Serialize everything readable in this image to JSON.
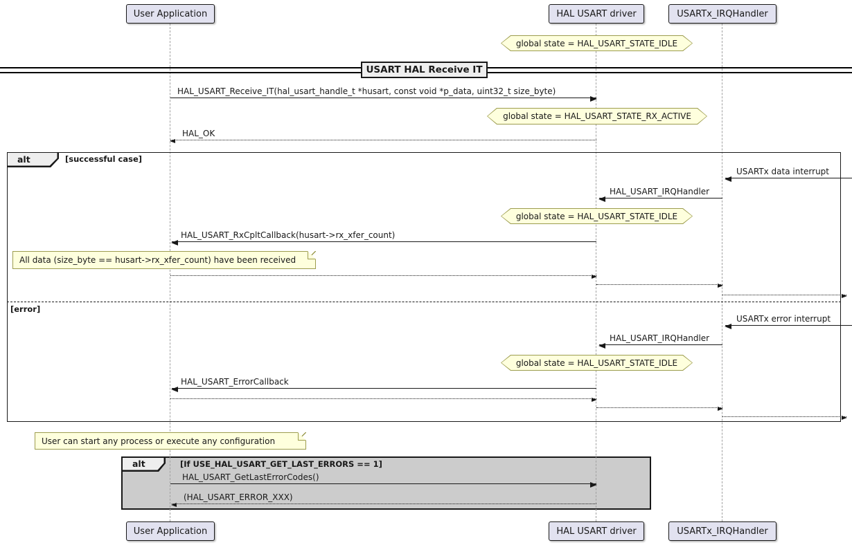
{
  "title": "USART HAL Receive IT",
  "participants": {
    "user_app": "User Application",
    "hal_driver": "HAL USART driver",
    "irq_handler": "USARTx_IRQHandler"
  },
  "notes": {
    "state_idle_initial": "global state = HAL_USART_STATE_IDLE",
    "state_rx_active": "global state = HAL_USART_STATE_RX_ACTIVE",
    "state_idle_success": "global state = HAL_USART_STATE_IDLE",
    "state_idle_error": "global state = HAL_USART_STATE_IDLE",
    "all_data_received": "All data (size_byte == husart->rx_xfer_count) have been received",
    "user_process": "User can start any process or execute any configuration"
  },
  "messages": {
    "receive_it": "HAL_USART_Receive_IT(hal_usart_handle_t *husart, const void *p_data, uint32_t size_byte)",
    "hal_ok": "HAL_OK",
    "data_interrupt": "USARTx data interrupt",
    "irq_handler_success": "HAL_USART_IRQHandler",
    "rx_cplt_callback": "HAL_USART_RxCpltCallback(husart->rx_xfer_count)",
    "error_interrupt": "USARTx error interrupt",
    "irq_handler_error": "HAL_USART_IRQHandler",
    "error_callback": "HAL_USART_ErrorCallback",
    "get_last_error_codes": "HAL_USART_GetLastErrorCodes()",
    "error_xxx": "(HAL_USART_ERROR_XXX)"
  },
  "frames": {
    "alt_main": {
      "keyword": "alt",
      "condition": "[successful case]",
      "else_condition": "[error]"
    },
    "alt_errors": {
      "keyword": "alt",
      "condition": "[If USE_HAL_USART_GET_LAST_ERRORS == 1]"
    }
  },
  "colors": {
    "background": "#FFFFFF",
    "participant_bg": "#E2E2F0",
    "participant_border": "#181818",
    "note_bg": "#FEFFDD",
    "note_border": "#9C9C4E",
    "frame_label_bg": "#EEEEEE",
    "frame_border": "#181818",
    "gray_frame_bg": "#CCCCCC",
    "lifeline": "#A0A0A0",
    "arrow": "#181818"
  }
}
